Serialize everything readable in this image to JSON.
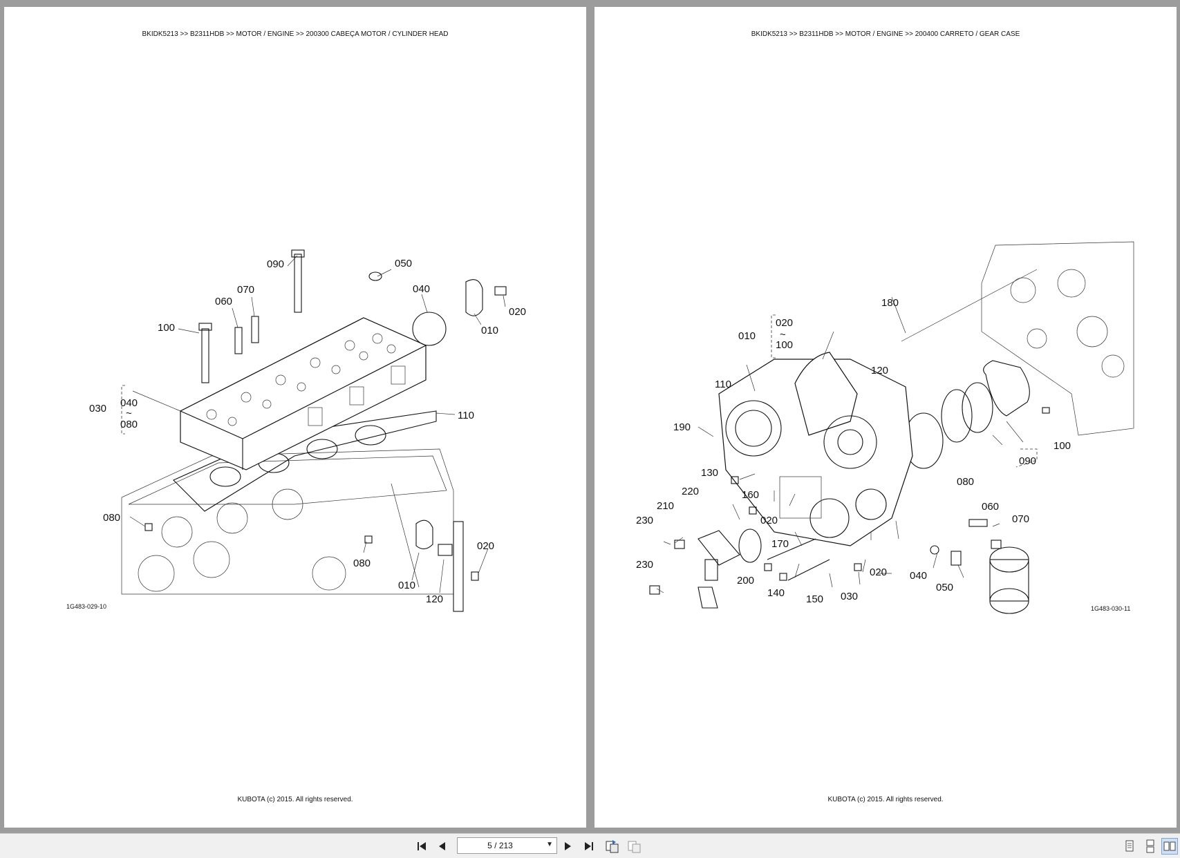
{
  "pages": [
    {
      "header": "BKIDK5213 >> B2311HDB >> MOTOR / ENGINE >> 200300   CABEÇA MOTOR / CYLINDER HEAD",
      "figure_code": "1G483-029-10",
      "footer": "KUBOTA (c) 2015. All rights reserved.",
      "callouts": [
        "090",
        "050",
        "070",
        "060",
        "040",
        "020",
        "100",
        "010",
        "030",
        "040",
        "~",
        "080",
        "110",
        "080",
        "080",
        "020",
        "010",
        "120"
      ]
    },
    {
      "header": "BKIDK5213 >> B2311HDB >> MOTOR / ENGINE >> 200400   CARRETO / GEAR CASE",
      "figure_code": "1G483-030-11",
      "footer": "KUBOTA (c) 2015. All rights reserved.",
      "callouts": [
        "180",
        "020",
        "~",
        "100",
        "010",
        "120",
        "110",
        "190",
        "100",
        "090",
        "080",
        "130",
        "220",
        "160",
        "210",
        "020",
        "060",
        "070",
        "230",
        "170",
        "230",
        "200",
        "140",
        "150",
        "030",
        "020",
        "040",
        "050"
      ]
    }
  ],
  "toolbar": {
    "page_indicator": "5 / 213",
    "icons": [
      "first-page-icon",
      "previous-page-icon",
      "page-dropdown-icon",
      "next-page-icon",
      "last-page-icon",
      "back-view-icon",
      "forward-view-icon",
      "single-page-view-icon",
      "continuous-view-icon",
      "two-page-view-icon"
    ]
  }
}
